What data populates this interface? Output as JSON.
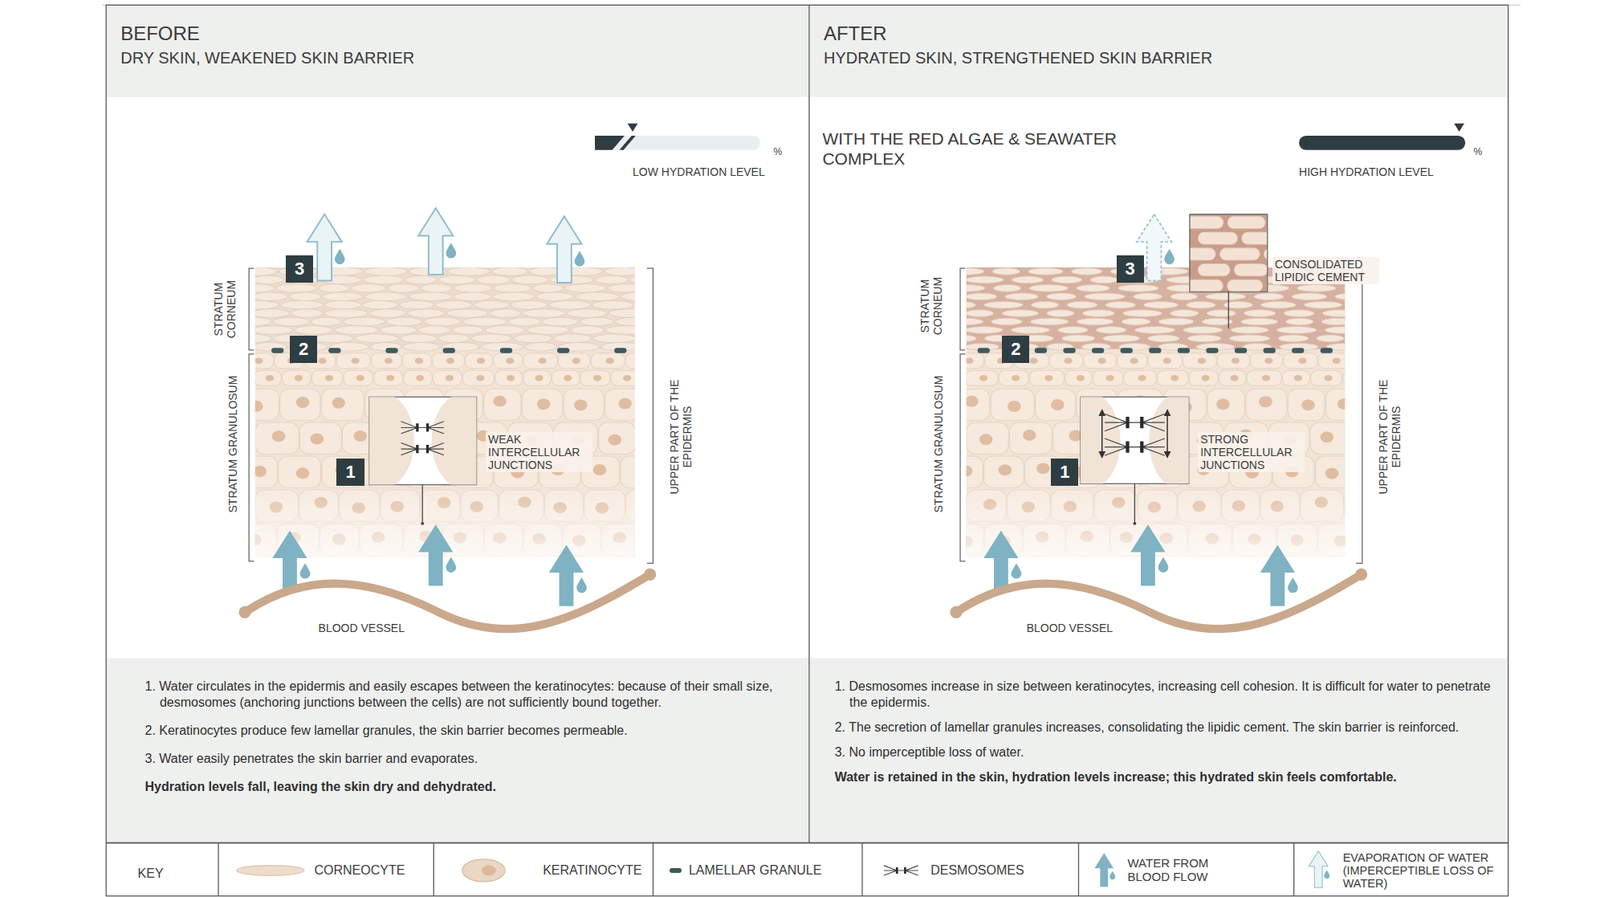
{
  "diagram": {
    "nodes": [
      {
        "text": [
          "BEFORE",
          "DRY SKIN, WEAKENED SKIN BARRIER"
        ]
      },
      {
        "text": [
          "1. Water circulates in the epidermis and easily escapes between the keratinocytes: because of their small size, desmosomes (anchoring junctions between the cells) are not sufficiently bound together.",
          "2. Keratinocytes produce few lamellar granules, the skin barrier becomes permeable.",
          "3. Water easily penetrates the skin barrier and evaporates.",
          "Hydration levels fall, leaving the skin dry and dehydrated."
        ],
        "in": 0
      },
      {
        "text": [
          "AFTER",
          "HYDRATED SKIN, STRENGTHENED SKIN BARRIER"
        ]
      },
      {
        "text": [
          "1. Desmosomes increase in size between keratinocytes, increasing cell cohesion. It is difficult for water to penetrate the epidermis.",
          "2. The secretion of lamellar granules increases, consolidating the lipidic cement. The skin barrier is reinforced.",
          "3. No imperceptible loss of water.",
          "Water is retained in the skin, hydration levels increase; this hydrated skin feels comfortable."
        ],
        "in": 2
      }
    ],
    "labels": [
      "LOW HYDRATION LEVEL",
      "%",
      "3",
      "2",
      "STRATUM CORNEUM",
      "STRATUM GRANULOSUM",
      "WEAK INTERCELLULAR JUNCTIONS",
      "1",
      "UPPER PART OF THE EPIDERMIS",
      "BLOOD VESSEL",
      "WITH THE RED ALGAE & SEAWATER COMPLEX",
      "HIGH HYDRATION LEVEL",
      "%",
      "3",
      "CONSOLIDATED LIPIDIC CEMENT",
      "2",
      "STRATUM CORNEUM",
      "STRATUM GRANULOSUM",
      "STRONG INTERCELLULAR JUNCTIONS",
      "1",
      "UPPER PART OF THE EPIDERMIS",
      "BLOOD VESSEL",
      "KEY"
    ],
    "legend": [
      {
        "text": "CORNEOCYTE"
      },
      {
        "text": "KERATINOCYTE"
      },
      {
        "text": "LAMELLAR GRANULE",
        "color": "#3c5a5f"
      },
      {
        "text": "DESMOSOMES"
      },
      {
        "text": "WATER FROM BLOOD FLOW"
      },
      {
        "text": "EVAPORATION OF WATER (IMPERCEPTIBLE LOSS OF WATER)"
      }
    ]
  }
}
